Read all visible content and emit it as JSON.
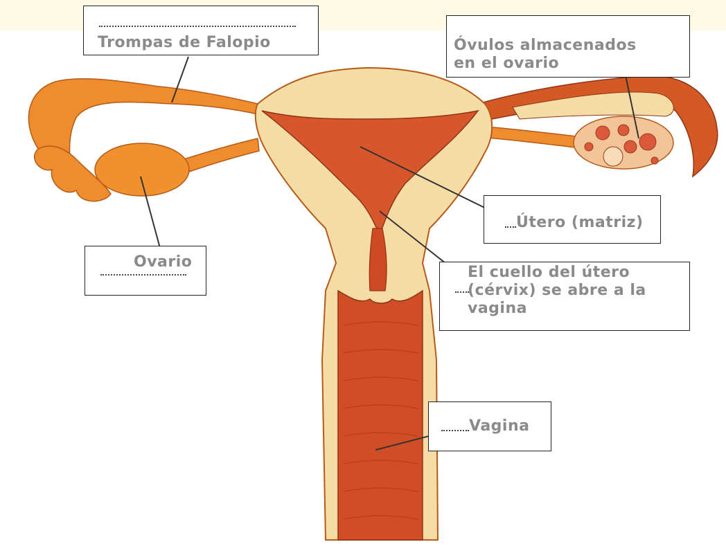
{
  "diagram": {
    "labels": {
      "fallopian": "Trompas de Falopio",
      "ova": "Óvulos almacenados\nen el ovario",
      "uterus": "Útero (matriz)",
      "ovary": "Ovario",
      "cervix": "El cuello del útero\n(cérvix) se abre a la\nvagina",
      "vagina": "Vagina"
    }
  },
  "colors": {
    "tissue_light": "#f4dca4",
    "muscle_orange": "#ef8c2e",
    "inner_red": "#cf4a22",
    "label_text": "#8a8a8a",
    "top_band": "#fdfbe6"
  }
}
